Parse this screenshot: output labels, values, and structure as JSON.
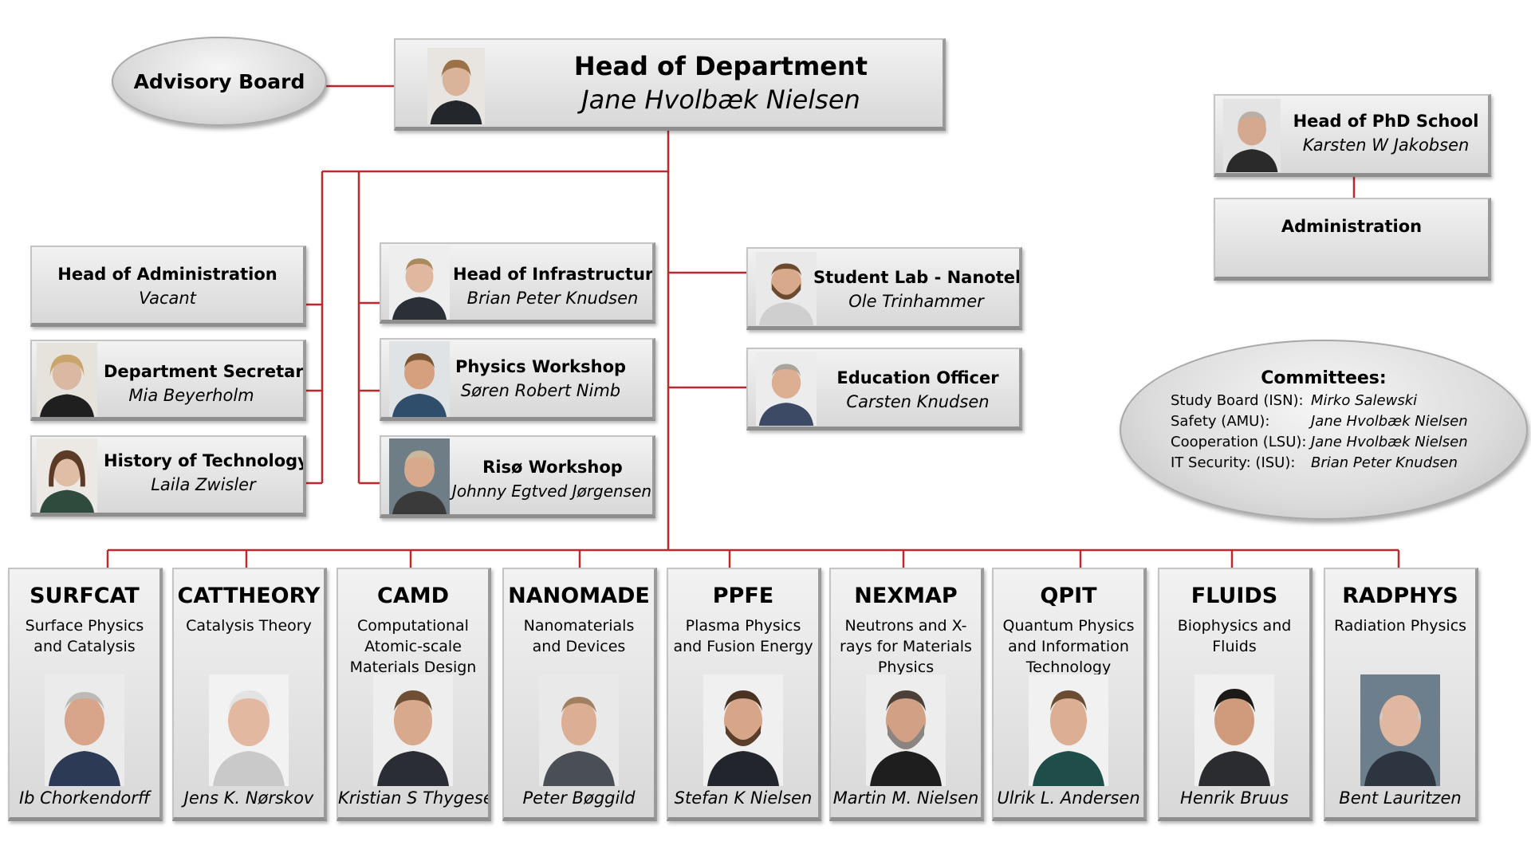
{
  "advisory_board": {
    "label": "Advisory Board"
  },
  "head_of_department": {
    "title": "Head of Department",
    "name": "Jane Hvolbæk Nielsen"
  },
  "phd_school": {
    "title": "Head of PhD School",
    "name": "Karsten W Jakobsen"
  },
  "administration": {
    "label": "Administration"
  },
  "left_units": [
    {
      "title": "Head of Administration",
      "name": "Vacant"
    },
    {
      "title": "Department Secretary",
      "name": "Mia Beyerholm"
    },
    {
      "title": "History of Technology",
      "name": "Laila Zwisler"
    }
  ],
  "middle_units": [
    {
      "title": "Head of Infrastructure",
      "name": "Brian Peter Knudsen"
    },
    {
      "title": "Physics Workshop",
      "name": "Søren Robert Nimb"
    },
    {
      "title": "Risø Workshop",
      "name": "Johnny Egtved Jørgensen"
    }
  ],
  "right_units": [
    {
      "title": "Student Lab - Nanoteket",
      "name": "Ole Trinhammer"
    },
    {
      "title": "Education Officer",
      "name": "Carsten Knudsen"
    }
  ],
  "committees": {
    "title": "Committees:",
    "rows": [
      {
        "label": "Study Board (ISN):",
        "name": "Mirko Salewski"
      },
      {
        "label": "Safety (AMU):",
        "name": "Jane Hvolbæk Nielsen"
      },
      {
        "label": "Cooperation (LSU):",
        "name": "Jane Hvolbæk Nielsen"
      },
      {
        "label": "IT Security: (ISU):",
        "name": "Brian Peter Knudsen"
      }
    ]
  },
  "groups": [
    {
      "code": "SURFCAT",
      "description": "Surface Physics and Catalysis",
      "leader": "Ib Chorkendorff"
    },
    {
      "code": "CATTHEORY",
      "description": "Catalysis Theory",
      "leader": "Jens K. Nørskov"
    },
    {
      "code": "CAMD",
      "description": "Computational Atomic-scale Materials Design",
      "leader": "Kristian S Thygesen"
    },
    {
      "code": "NANOMADE",
      "description": "Nanomaterials and Devices",
      "leader": "Peter Bøggild"
    },
    {
      "code": "PPFE",
      "description": "Plasma Physics and Fusion Energy",
      "leader": "Stefan K Nielsen"
    },
    {
      "code": "NEXMAP",
      "description": "Neutrons and X-rays for Materials Physics",
      "leader": "Martin M. Nielsen"
    },
    {
      "code": "QPIT",
      "description": "Quantum Physics and Information Technology",
      "leader": "Ulrik L. Andersen"
    },
    {
      "code": "FLUIDS",
      "description": "Biophysics and Fluids",
      "leader": "Henrik Bruus"
    },
    {
      "code": "RADPHYS",
      "description": "Radiation Physics",
      "leader": "Bent Lauritzen"
    }
  ],
  "colors": {
    "connector": "#c0282d",
    "box_fill": "#e2e2e2",
    "text": "#000000"
  }
}
